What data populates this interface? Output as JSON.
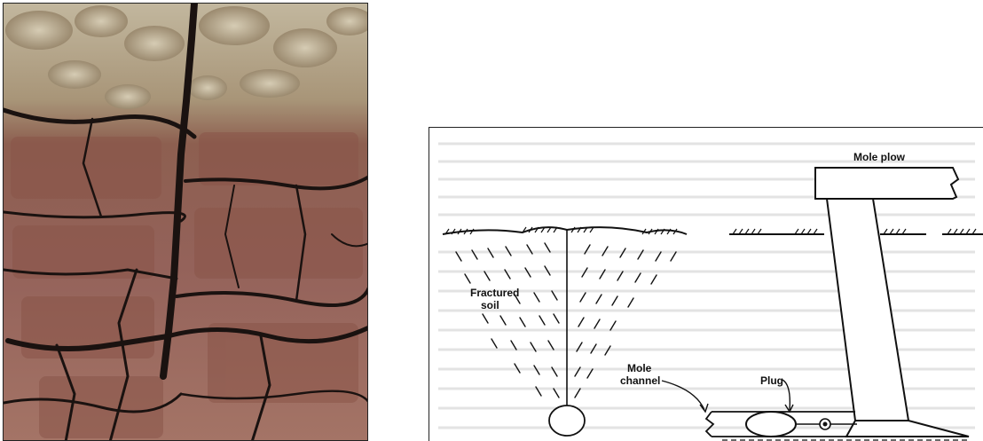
{
  "labels": {
    "mole_plow": "Mole plow",
    "fractured_soil_line1": "Fractured",
    "fractured_soil_line2": "soil",
    "mole_channel_line1": "Mole",
    "mole_channel_line2": "channel",
    "plug": "Plug"
  },
  "colors": {
    "soil_light": "#b9a98f",
    "soil_dark": "#7c4e42",
    "crack": "#1a1210",
    "ink": "#111111"
  }
}
